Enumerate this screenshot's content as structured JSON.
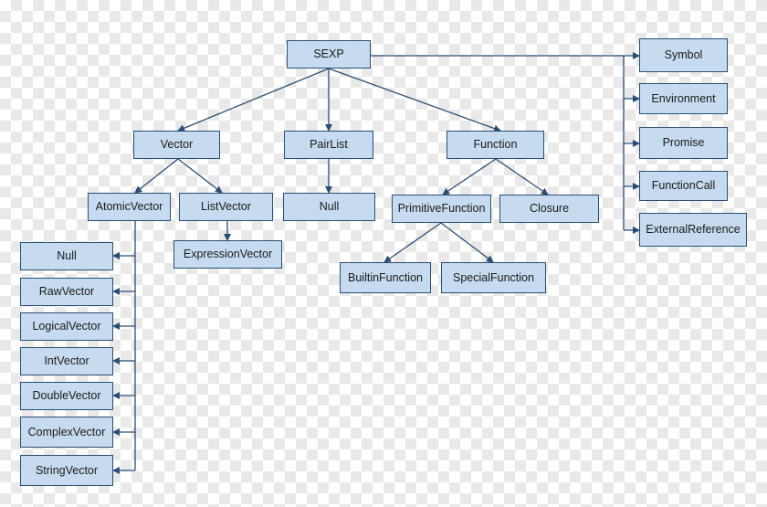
{
  "diagram": {
    "colors": {
      "node_fill": "#c6dbef",
      "node_border": "#2a4e73",
      "edge": "#2a4e73",
      "text": "#1a1a1a"
    },
    "nodes": {
      "sexp": "SEXP",
      "vector": "Vector",
      "pairlist": "PairList",
      "function": "Function",
      "atomic_vector": "AtomicVector",
      "list_vector": "ListVector",
      "null_pairlist": "Null",
      "primitive_function": "PrimitiveFunction",
      "closure": "Closure",
      "expression_vector": "ExpressionVector",
      "builtin_function": "BuiltinFunction",
      "special_function": "SpecialFunction",
      "null_atomic": "Null",
      "raw_vector": "RawVector",
      "logical_vector": "LogicalVector",
      "int_vector": "IntVector",
      "double_vector": "DoubleVector",
      "complex_vector": "ComplexVector",
      "string_vector": "StringVector",
      "symbol": "Symbol",
      "environment": "Environment",
      "promise": "Promise",
      "function_call": "FunctionCall",
      "external_reference": "ExternalReference"
    }
  }
}
